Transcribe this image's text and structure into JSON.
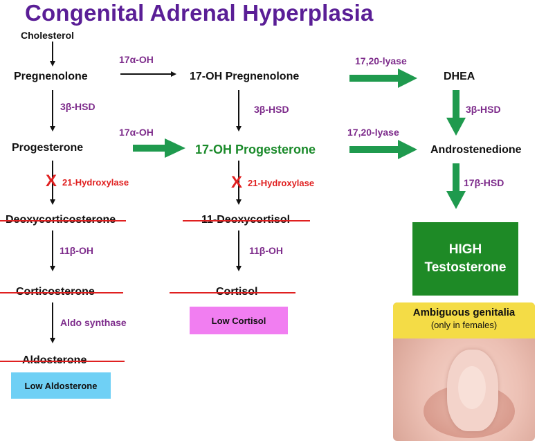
{
  "title": "Congenital Adrenal Hyperplasia",
  "nodes": {
    "cholesterol": "Cholesterol",
    "pregnenolone": "Pregnenolone",
    "oh17_pregnenolone": "17-OH Pregnenolone",
    "dhea": "DHEA",
    "progesterone": "Progesterone",
    "oh17_progesterone": "17-OH Progesterone",
    "androstenedione": "Androstenedione",
    "deoxycorticosterone": "Deoxycorticosterone",
    "deoxycortisol": "11-Deoxycortisol",
    "corticosterone": "Corticosterone",
    "cortisol": "Cortisol",
    "aldosterone": "Aldosterone"
  },
  "enzymes": {
    "oh17a_top": "17α-OH",
    "oh17a_mid": "17α-OH",
    "lyase_top": "17,20-lyase",
    "lyase_mid": "17,20-lyase",
    "hsd3b_left": "3β-HSD",
    "hsd3b_mid": "3β-HSD",
    "hsd3b_right": "3β-HSD",
    "hydroxylase21_left": "21-Hydroxylase",
    "hydroxylase21_mid": "21-Hydroxylase",
    "hsd17b": "17β-HSD",
    "oh11b_left": "11β-OH",
    "oh11b_mid": "11β-OH",
    "aldo_synthase": "Aldo synthase"
  },
  "block_mark": "X",
  "outcomes": {
    "low_aldosterone": "Low Aldosterone",
    "low_cortisol": "Low Cortisol",
    "high_testosterone_line1": "HIGH",
    "high_testosterone_line2": "Testosterone"
  },
  "photo": {
    "title": "Ambiguous genitalia",
    "subtitle": "(only in females)"
  },
  "colors": {
    "title": "#5a1e96",
    "enzyme": "#7d2b8b",
    "block": "#e02020",
    "green_arrow": "#1f9a4e",
    "green_box": "#1e8a26",
    "low_aldosterone_box": "#6fd0f5",
    "low_cortisol_box": "#f17ef1",
    "photo_header": "#f4dc46"
  }
}
